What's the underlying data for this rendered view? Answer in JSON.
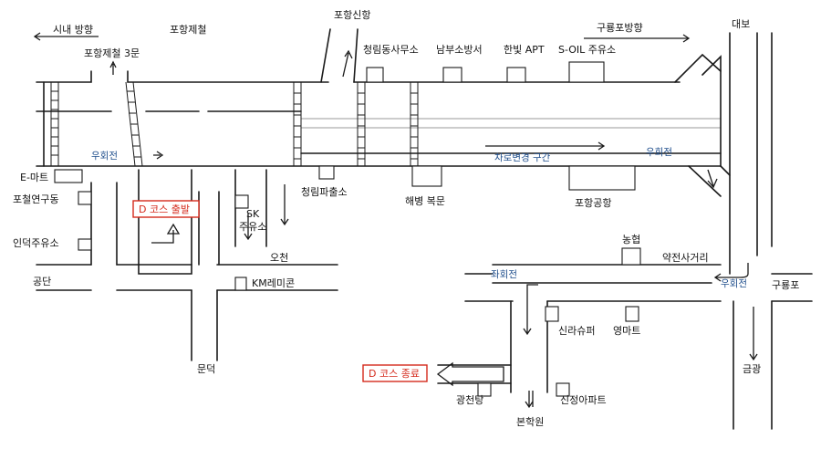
{
  "labels": {
    "city_direction": "시내 방향",
    "posco": "포항제철",
    "posco_gate3": "포항제철 3문",
    "pohang_newport": "포항신항",
    "cheongrim_office": "청림동사무소",
    "nambu_fire": "남부소방서",
    "hanbit_apt": "한빛 APT",
    "soil_station": "S-OIL 주유소",
    "guryongpo_direction": "구룡포방향",
    "daebo": "대보",
    "lane_change": "차로변경 구간",
    "uturn_top_left": "우회전",
    "uturn_top_right": "우회전",
    "emart": "E-마트",
    "posco_research": "포철연구동",
    "indeok_station": "인덕주유소",
    "d_start": "D 코스 출발",
    "sk_station": "SK",
    "sk_station2": "주유소",
    "cheongrim_police": "청림파출소",
    "marine_hq": "해병 복문",
    "pohang_airport": "포항공항",
    "nonghyup": "농협",
    "yakjeon": "약전사거리",
    "ocheon": "오천",
    "gongdan": "공단",
    "km_remicon": "KM레미콘",
    "left_turn": "좌회전",
    "right_turn_bottom": "우회전",
    "guryongpo": "구룡포",
    "shilla_super": "신라슈퍼",
    "young_mart": "영마트",
    "mundeok": "문덕",
    "d_end": "D 코스 종료",
    "gwangcheon": "광천탕",
    "sinjeong_apt": "신정아파트",
    "bonhagwon": "본학원",
    "geumgwang": "금광"
  },
  "colors": {
    "accent_red": "#d42a1c",
    "accent_blue": "#1f4e8c",
    "road": "#1a1a1a"
  }
}
